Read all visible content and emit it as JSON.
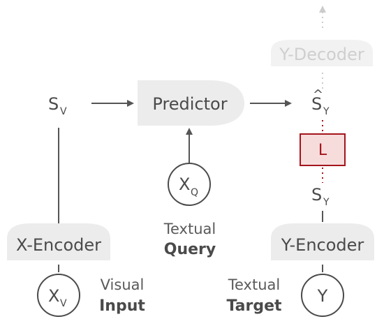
{
  "nodes": {
    "sv": {
      "base": "S",
      "sub": "V"
    },
    "predictor": "Predictor",
    "sy_hat": {
      "base": "S",
      "sub": "Y",
      "accent": "^"
    },
    "y_decoder": "Y-Decoder",
    "loss": "L",
    "sy": {
      "base": "S",
      "sub": "Y"
    },
    "xq": {
      "base": "X",
      "sub": "Q"
    },
    "x_encoder": "X-Encoder",
    "y_encoder": "Y-Encoder",
    "xv": {
      "base": "X",
      "sub": "V"
    },
    "y": "Y"
  },
  "captions": {
    "query": {
      "line1": "Textual",
      "line2": "Query"
    },
    "input": {
      "line1": "Visual",
      "line2": "Input"
    },
    "target": {
      "line1": "Textual",
      "line2": "Target"
    }
  },
  "colors": {
    "line": "#555555",
    "block_fill": "#ececec",
    "faded": "#cccccc",
    "loss_fill": "#f7dcdc",
    "loss_stroke": "#a3151c"
  }
}
